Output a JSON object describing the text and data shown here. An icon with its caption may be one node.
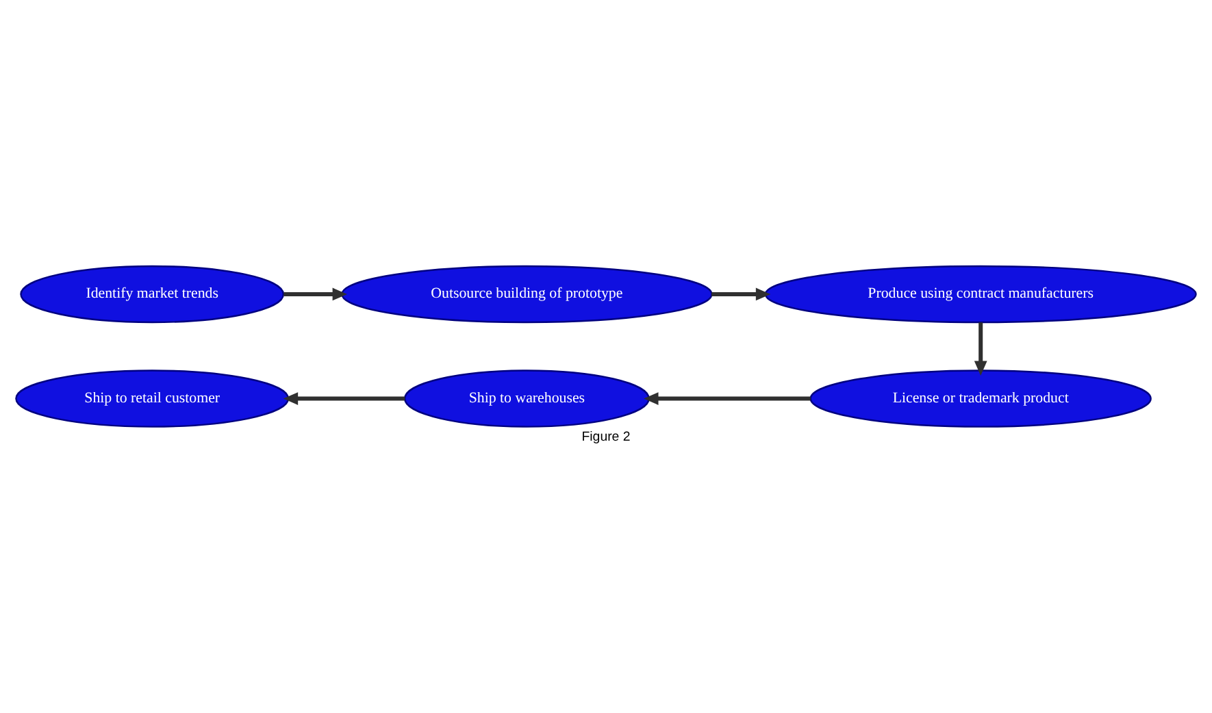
{
  "diagram": {
    "caption": "Figure 2",
    "nodes": [
      {
        "text": [
          "Identify market trends"
        ]
      },
      {
        "text": [
          "Outsource building of prototype"
        ]
      },
      {
        "text": [
          "Produce using contract manufacturers"
        ]
      },
      {
        "text": [
          "License or trademark product"
        ]
      },
      {
        "text": [
          "Ship to warehouses"
        ]
      },
      {
        "text": [
          "Ship to retail customer"
        ]
      }
    ],
    "edges": [
      {
        "from": 0,
        "to": 1,
        "arrow": "to"
      },
      {
        "from": 1,
        "to": 2,
        "arrow": "to"
      },
      {
        "from": 2,
        "to": 3,
        "arrow": "to"
      },
      {
        "from": 3,
        "to": 4,
        "arrow": "to"
      },
      {
        "from": 4,
        "to": 5,
        "arrow": "to"
      }
    ]
  }
}
